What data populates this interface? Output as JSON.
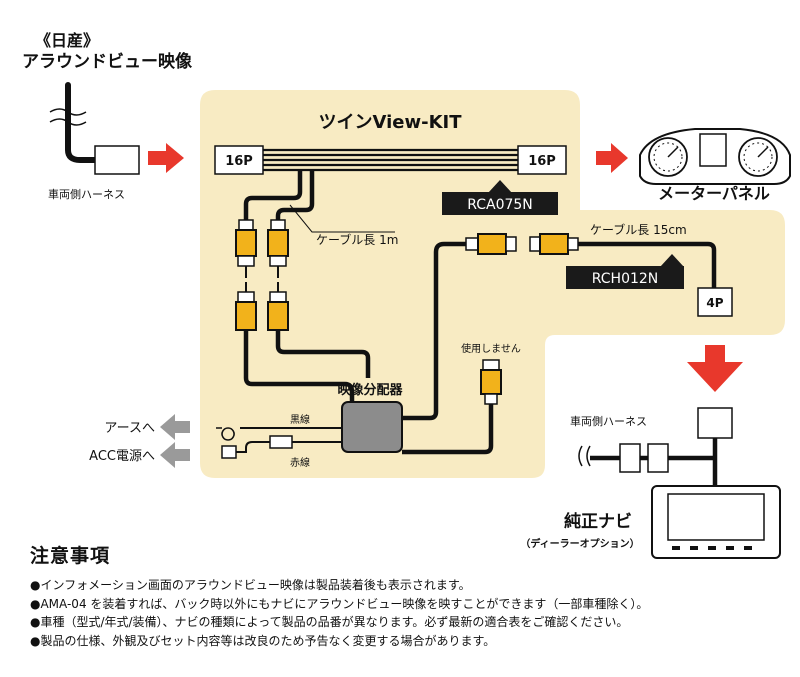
{
  "source": {
    "bracket": "《日産》",
    "title": "アラウンドビュー映像"
  },
  "kit": {
    "title": "ツインView-KIT"
  },
  "connectors": {
    "left": "16P",
    "right": "16P",
    "small": "4P"
  },
  "parts": {
    "rca075": "RCA075N",
    "rch012": "RCH012N"
  },
  "labels": {
    "vehicle_harness_left": "車両側ハーネス",
    "meter_panel": "メーターパネル",
    "cable_1m": "ケーブル長 1m",
    "cable_15cm": "ケーブル長 15cm",
    "unused": "使用しません",
    "splitter": "映像分配器",
    "black_wire": "黒線",
    "red_wire": "赤線",
    "to_ground": "アースへ",
    "to_acc": "ACC電源へ",
    "vehicle_harness_right": "車両側ハーネス",
    "oem_navi": "純正ナビ",
    "oem_navi_sub": "（ディーラーオプション）"
  },
  "notes": {
    "title": "注意事項",
    "items": [
      "●インフォメーション画面のアラウンドビュー映像は製品装着後も表示されます。",
      "●AMA-04 を装着すれば、バック時以外にもナビにアラウンドビュー映像を映すことができます（一部車種除く）。",
      "●車種（型式/年式/装備）、ナビの種類によって製品の品番が異なります。必ず最新の適合表をご確認ください。",
      "●製品の仕様、外観及びセット内容等は改良のため予告なく変更する場合があります。"
    ]
  },
  "colors": {
    "panel": "#F8EBC3",
    "arrow_red": "#E8382C",
    "arrow_gray": "#9A9A9A",
    "rca_yellow": "#F2B21B",
    "label_box": "#1A1A1A",
    "splitter_gray": "#8C8C8C"
  }
}
